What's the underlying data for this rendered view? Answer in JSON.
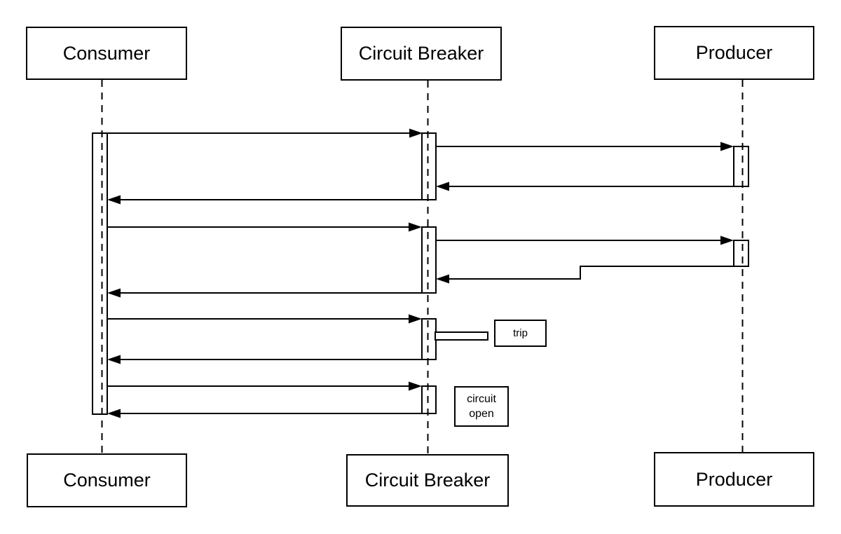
{
  "diagram": {
    "type": "uml-sequence-diagram",
    "participants": [
      {
        "name": "Consumer"
      },
      {
        "name": "Circuit Breaker"
      },
      {
        "name": "Producer"
      }
    ],
    "annotations": {
      "trip": "trip",
      "circuit_open": "circuit open"
    },
    "colors": {
      "stroke": "#000000",
      "background": "#ffffff"
    },
    "messages": [
      {
        "seq": 1,
        "from": "Consumer",
        "to": "Circuit Breaker",
        "kind": "call"
      },
      {
        "seq": 2,
        "from": "Circuit Breaker",
        "to": "Producer",
        "kind": "call"
      },
      {
        "seq": 3,
        "from": "Producer",
        "to": "Circuit Breaker",
        "kind": "return"
      },
      {
        "seq": 4,
        "from": "Circuit Breaker",
        "to": "Consumer",
        "kind": "return"
      },
      {
        "seq": 5,
        "from": "Consumer",
        "to": "Circuit Breaker",
        "kind": "call"
      },
      {
        "seq": 6,
        "from": "Circuit Breaker",
        "to": "Producer",
        "kind": "call"
      },
      {
        "seq": 7,
        "from": "Producer",
        "to": "Circuit Breaker",
        "kind": "return-stepped"
      },
      {
        "seq": 8,
        "from": "Circuit Breaker",
        "to": "Consumer",
        "kind": "return"
      },
      {
        "seq": 9,
        "from": "Consumer",
        "to": "Circuit Breaker",
        "kind": "call"
      },
      {
        "seq": 10,
        "from": "Circuit Breaker",
        "to": "Circuit Breaker",
        "kind": "self",
        "label": "trip"
      },
      {
        "seq": 11,
        "from": "Circuit Breaker",
        "to": "Consumer",
        "kind": "return"
      },
      {
        "seq": 12,
        "from": "Consumer",
        "to": "Circuit Breaker",
        "kind": "call",
        "note": "circuit open"
      },
      {
        "seq": 13,
        "from": "Circuit Breaker",
        "to": "Consumer",
        "kind": "return"
      }
    ]
  }
}
